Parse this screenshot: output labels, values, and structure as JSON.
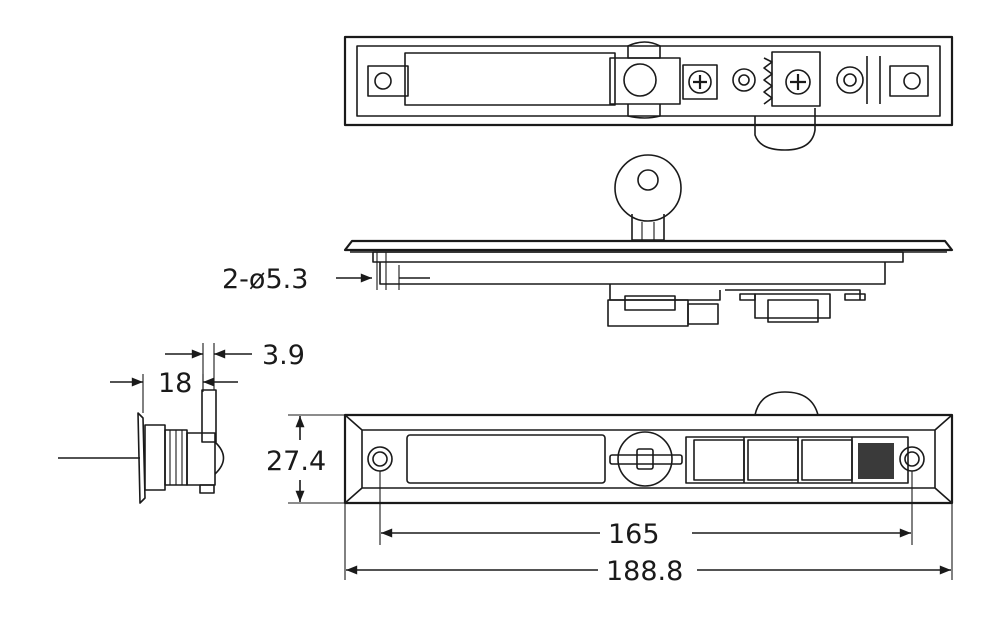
{
  "dimensions": {
    "hole_callout": "2-ø5.3",
    "thickness": "3.9",
    "depth": "18",
    "height": "27.4",
    "hole_spacing": "165",
    "overall_length": "188.8"
  },
  "colors": {
    "line": "#1a1a1a",
    "background": "#ffffff",
    "button_fill": "#3a3a3a"
  }
}
